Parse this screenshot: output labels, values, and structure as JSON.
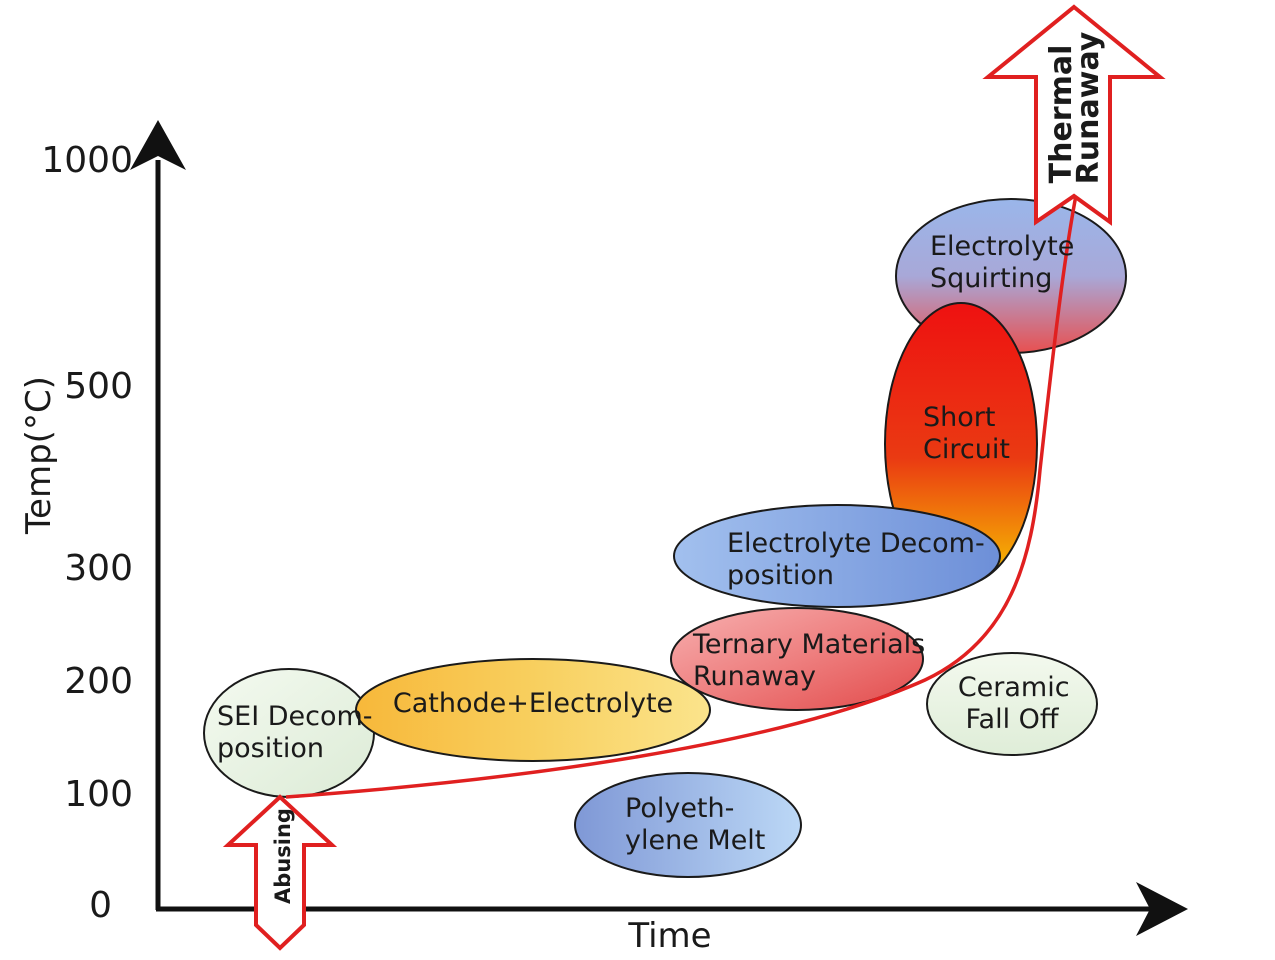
{
  "axes": {
    "y_title": "Temp(°C)",
    "x_title": "Time",
    "y_ticks": [
      "1000",
      "500",
      "300",
      "200",
      "100",
      "0"
    ]
  },
  "nodes": [
    {
      "id": "sei",
      "lines": [
        "SEI Decom-",
        "position"
      ],
      "fill": "#e6f2e2"
    },
    {
      "id": "cathode",
      "lines": [
        "Cathode+Electrolyte"
      ],
      "fill": "#f6c04a"
    },
    {
      "id": "polyethylene",
      "lines": [
        "Polyeth-",
        "ylene Melt"
      ],
      "fill": "#8fa8dc"
    },
    {
      "id": "ternary",
      "lines": [
        "Ternary Materials",
        "Runaway"
      ],
      "fill": "#ea7070"
    },
    {
      "id": "electrolyte-decomposition",
      "lines": [
        "Electrolyte Decom-",
        "position"
      ],
      "fill": "#7f9fdb"
    },
    {
      "id": "ceramic",
      "lines": [
        "Ceramic",
        "Fall Off"
      ],
      "fill": "#e6f2e2"
    },
    {
      "id": "short-circuit",
      "lines": [
        "Short",
        "Circuit"
      ],
      "fill": "#e81a1a"
    },
    {
      "id": "electrolyte-squirting",
      "lines": [
        "Electrolyte",
        "Squirting"
      ],
      "fill": "#9cb4e8"
    }
  ],
  "arrows": {
    "abusing": "Abusing",
    "thermal_runaway": [
      "Thermal",
      "Runaway"
    ]
  },
  "colors": {
    "axis": "#111111",
    "curve": "#e02020",
    "arrow_outline": "#e02020"
  }
}
